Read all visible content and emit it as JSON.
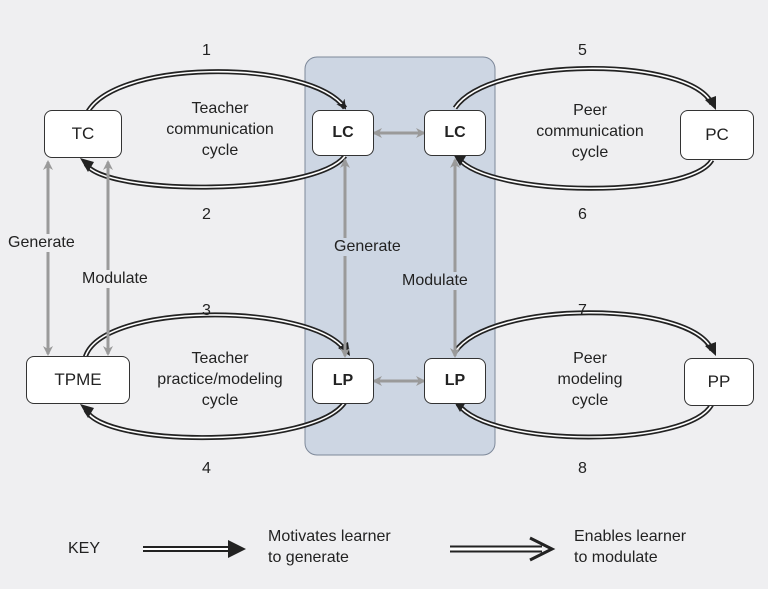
{
  "nodes": {
    "tc": "TC",
    "lc_left": "LC",
    "lc_right": "LC",
    "pc": "PC",
    "tpme": "TPME",
    "lp_left": "LP",
    "lp_right": "LP",
    "pp": "PP"
  },
  "cycles": {
    "teacher_comm": [
      "Teacher",
      "communication",
      "cycle"
    ],
    "peer_comm": [
      "Peer",
      "communication",
      "cycle"
    ],
    "teacher_practice": [
      "Teacher",
      "practice/modeling",
      "cycle"
    ],
    "peer_modeling": [
      "Peer",
      "modeling",
      "cycle"
    ]
  },
  "arrow_numbers": [
    "1",
    "2",
    "3",
    "4",
    "5",
    "6",
    "7",
    "8"
  ],
  "side_labels": {
    "generate_left": "Generate",
    "modulate_left": "Modulate",
    "generate_center": "Generate",
    "modulate_center": "Modulate"
  },
  "key": {
    "title": "KEY",
    "generate_desc": [
      "Motivates learner",
      "to generate"
    ],
    "modulate_desc": [
      "Enables learner",
      "to modulate"
    ]
  },
  "colors": {
    "highlight": "#cdd6e3",
    "gray_arrow": "#9a9a9a",
    "line": "#333333"
  }
}
